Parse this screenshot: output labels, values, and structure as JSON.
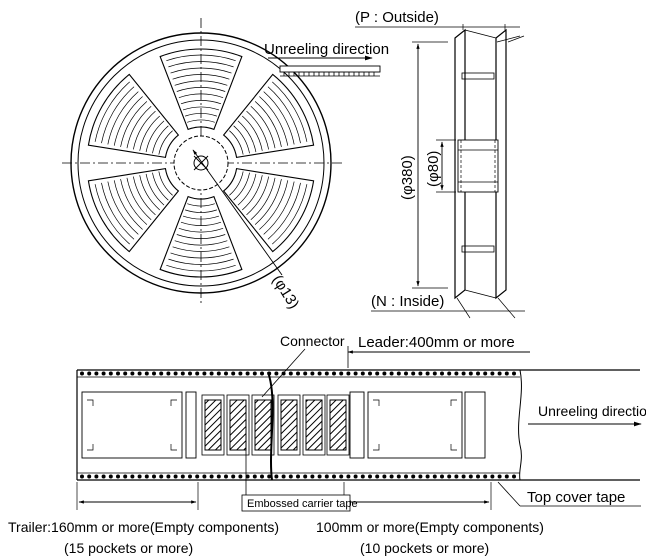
{
  "reel": {
    "outside_label": "(P : Outside)",
    "inside_label": "(N : Inside)",
    "unreeling_label": "Unreeling direction",
    "dia_reel": "(φ380)",
    "dia_hub": "(φ80)",
    "dia_hole": "(φ13)"
  },
  "tape": {
    "connector_label": "Connector",
    "leader_label": "Leader:400mm or more",
    "unreeling_label": "Unreeling direction",
    "embossed_label": "Embossed carrier tape",
    "top_cover_label": "Top cover tape",
    "trailer_label": "Trailer:160mm or more(Empty components)",
    "trailer_pockets": "(15 pockets or more)",
    "leader_empty_label": "100mm or more(Empty components)",
    "leader_pockets": "(10 pockets or more)"
  }
}
